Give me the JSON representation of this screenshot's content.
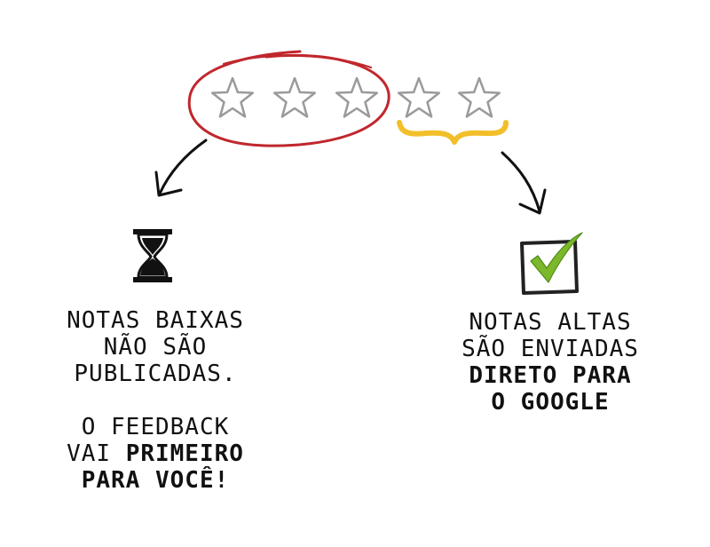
{
  "rating": {
    "stars_total": 5,
    "low_stars": 3,
    "high_stars": 2
  },
  "colors": {
    "ink": "#111111",
    "star_outline": "#9a9a9a",
    "circle": "#c0272d",
    "brace": "#f2bf2a",
    "check": "#7bb82b",
    "checkbox": "#222222"
  },
  "icons": {
    "low": "hourglass-icon",
    "high": "checkbox-check-icon"
  },
  "left": {
    "line1": "NOTAS BAIXAS",
    "line2": "NÃO SÃO",
    "line3": "PUBLICADAS.",
    "line4": "O FEEDBACK",
    "line5_normal": "VAI ",
    "line5_bold": "PRIMEIRO",
    "line6": "PARA VOCÊ!"
  },
  "right": {
    "line1": "NOTAS ALTAS",
    "line2": "SÃO ENVIADAS",
    "line3": "DIRETO PARA",
    "line4": "O GOOGLE"
  }
}
